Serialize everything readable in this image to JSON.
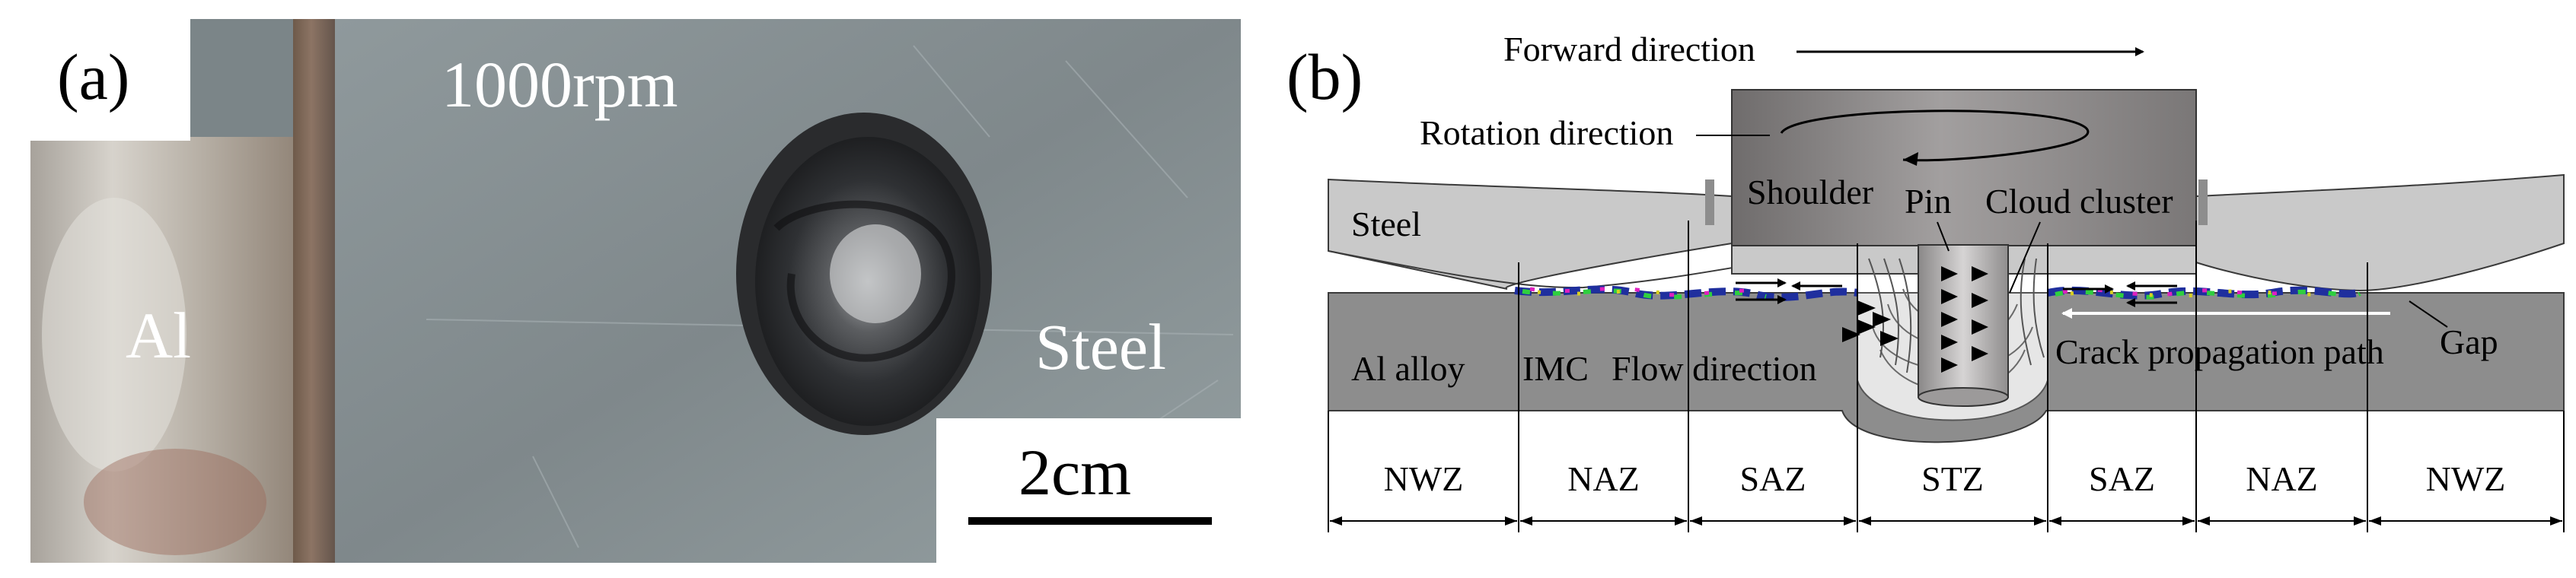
{
  "panel_a": {
    "label": "(a)",
    "speed": "1000rpm",
    "al_label": "Al",
    "steel_label": "Steel",
    "scale": "2cm"
  },
  "panel_b": {
    "label": "(b)",
    "forward": "Forward direction",
    "rotation": "Rotation direction",
    "shoulder": "Shoulder",
    "pin": "Pin",
    "cloud": "Cloud cluster",
    "steel": "Steel",
    "al_alloy": "Al alloy",
    "imc": "IMC",
    "flow": "Flow direction",
    "crack": "Crack propagation path",
    "gap": "Gap",
    "zones": [
      "NWZ",
      "NAZ",
      "SAZ",
      "STZ",
      "SAZ",
      "NAZ",
      "NWZ"
    ]
  },
  "colors": {
    "shoulder": "#8a8787",
    "steel_sheet": "#c9c9c9",
    "al_alloy": "#8d8d8d",
    "steel_photo": "#828c8f",
    "al_photo": "#b9b3aa"
  }
}
